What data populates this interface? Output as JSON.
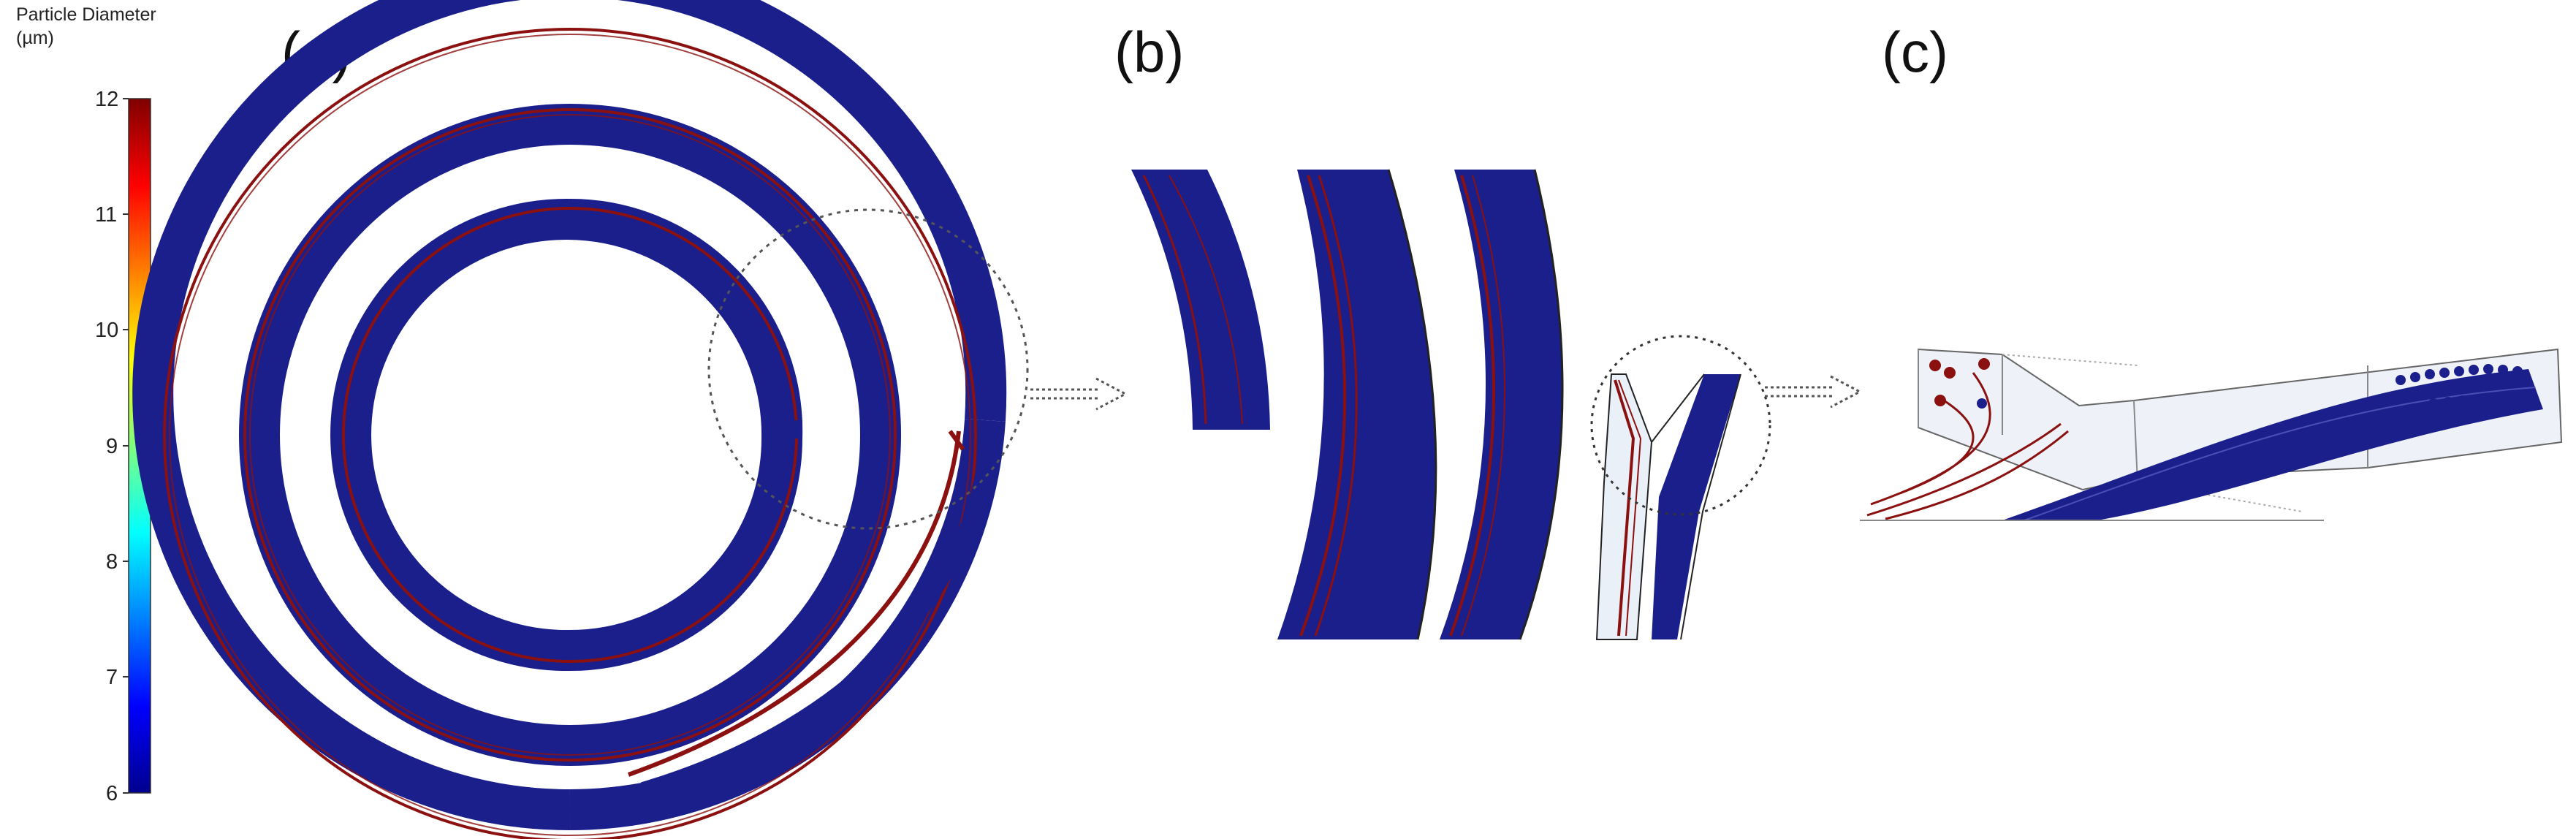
{
  "colorbar": {
    "title_line1": "Particle Diameter",
    "title_line2": "(µm)",
    "ticks": [
      "12",
      "11",
      "10",
      "9",
      "8",
      "7",
      "6"
    ],
    "min": 6,
    "max": 12
  },
  "panels": {
    "a": "(a)",
    "b": "(b)",
    "c": "(c)"
  },
  "colors": {
    "small_particles": "#1b1f8c",
    "large_particles": "#8b1010",
    "channel_wall": "#333333",
    "channel_fill": "#eaf0f8"
  }
}
